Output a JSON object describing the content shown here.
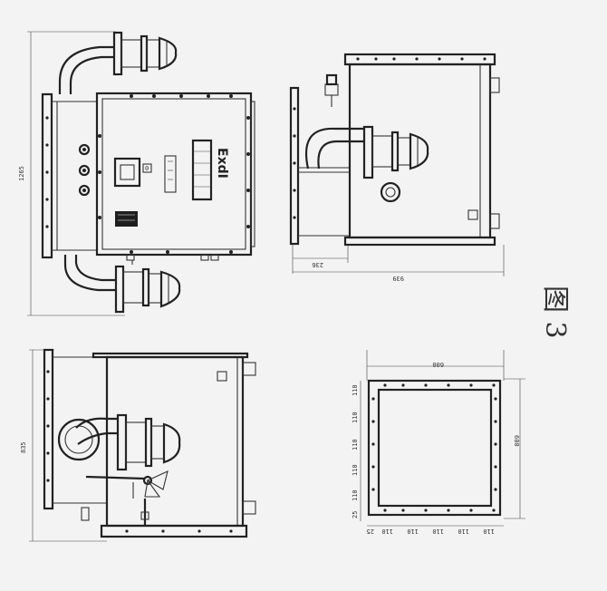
{
  "figure_label": "图 3",
  "front_view": {
    "dim_height": "1265",
    "nameplate": "ExdI",
    "gauge_label": "0"
  },
  "side_view": {
    "dim_offset": "236",
    "dim_width": "939"
  },
  "end_view": {
    "dim_height": "835"
  },
  "flange_view": {
    "dim_top": "600",
    "dim_right": "600",
    "dims_left": [
      "110",
      "110",
      "110",
      "110",
      "110",
      "25"
    ],
    "dims_bottom": [
      "25",
      "110",
      "110",
      "110",
      "110",
      "110"
    ]
  }
}
